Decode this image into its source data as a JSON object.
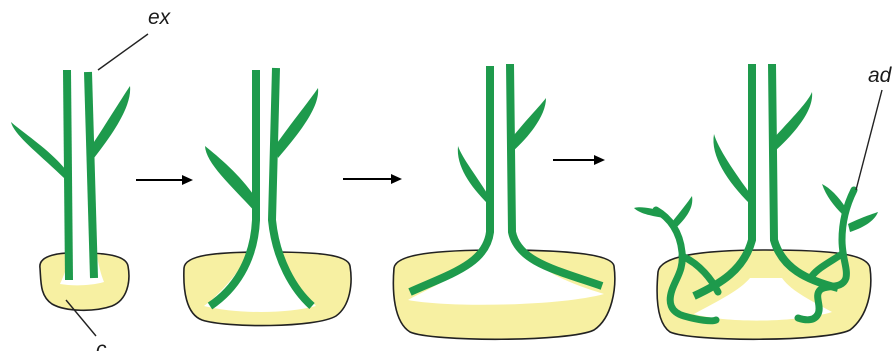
{
  "labels": {
    "explant": "ex",
    "callus": "c",
    "adventitious": "ad"
  },
  "stages": [
    "stage-1",
    "stage-2",
    "stage-3",
    "stage-4"
  ],
  "colors": {
    "plant": "#1e9a4c",
    "callus": "#f7f0a2",
    "outline": "#222222"
  },
  "icons": [
    "arrow-right-icon",
    "arrow-right-icon",
    "arrow-right-icon"
  ]
}
